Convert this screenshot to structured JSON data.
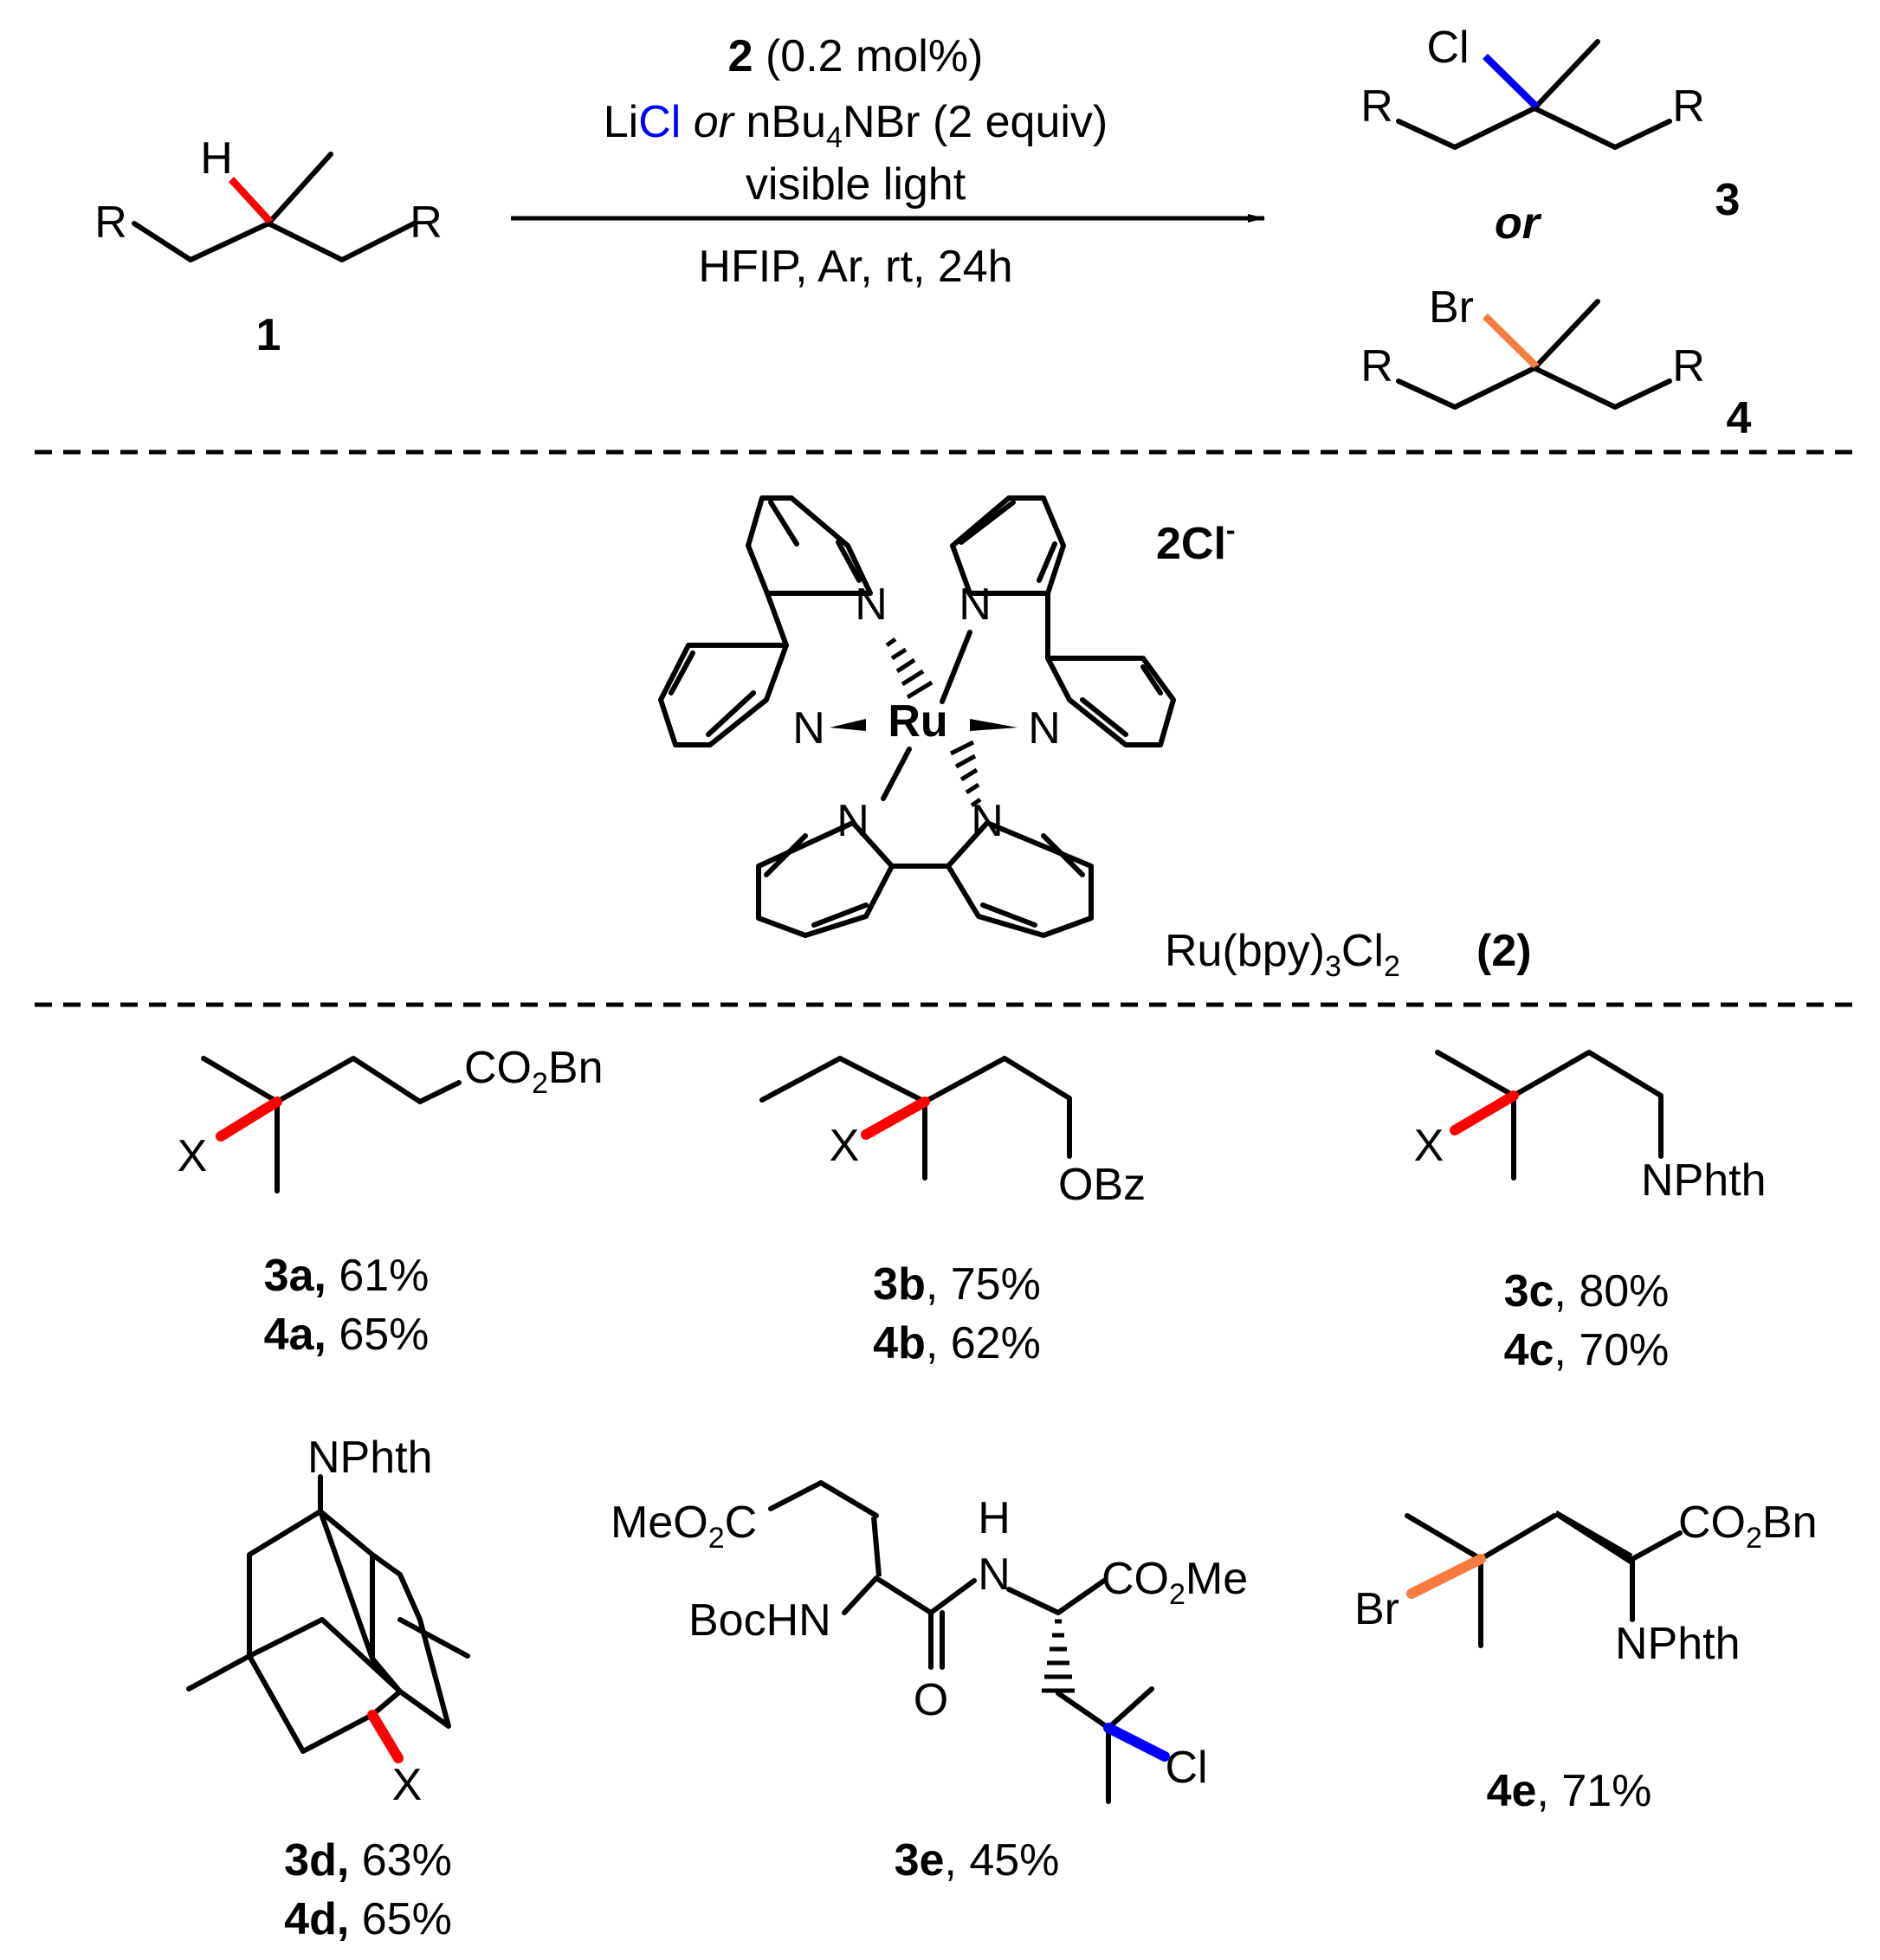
{
  "colors": {
    "chlorine": "#0000ff",
    "bromine": "#f47c3c",
    "hydrogen": "#ff0000",
    "x": "#ff0000",
    "bond": "#000000"
  },
  "top": {
    "substrate": {
      "h": "H",
      "r": "R",
      "number": "1"
    },
    "conditions": {
      "catalyst_num": "2",
      "catalyst_loading": " (0.2 mol%)",
      "li": "Li",
      "cl": "Cl",
      "or": " or ",
      "nbu": " nBu",
      "sub4": "4",
      "nbr": "NBr (2 equiv)",
      "light": "visible light",
      "solvent": "HFIP, Ar, rt, 24h"
    },
    "product3": {
      "cl": "Cl",
      "r": "R",
      "number": "3"
    },
    "or": "or",
    "product4": {
      "br": "Br",
      "r": "R",
      "number": "4"
    }
  },
  "catalyst": {
    "ru": "Ru",
    "n": "N",
    "counterion": "2Cl",
    "counterion_sup": "-",
    "formula_a": "Ru(bpy)",
    "formula_sub3": "3",
    "formula_b": "Cl",
    "formula_sub2": "2",
    "label": "(2)"
  },
  "scope": {
    "x": "X",
    "br": "Br",
    "cl": "Cl",
    "a": {
      "group_a": "CO",
      "group_sub": "2",
      "group_b": "Bn",
      "y3": "3a,",
      "v3": " 61%",
      "y4": "4a,",
      "v4": " 65%"
    },
    "b": {
      "group": "OBz",
      "y3": "3b",
      "v3": ", 75%",
      "y4": "4b",
      "v4": ", 62%"
    },
    "c": {
      "group": "NPhth",
      "y3": "3c",
      "v3": ", 80%",
      "y4": "4c",
      "v4": ", 70%"
    },
    "d": {
      "group": "NPhth",
      "y3": "3d,",
      "v3": " 63%",
      "y4": "4d,",
      "v4": " 65%"
    },
    "e": {
      "meo": "MeO",
      "meo_sub": "2",
      "meo_c": "C",
      "bochn": "BocHN",
      "h": "H",
      "n": "N",
      "o": "O",
      "ester_a": "CO",
      "ester_sub": "2",
      "ester_b": "Me",
      "y3": "3e",
      "v3": ", 45%"
    },
    "f": {
      "ester_a": "CO",
      "ester_sub": "2",
      "ester_b": "Bn",
      "nphth": "NPhth",
      "y4": "4e",
      "v4": ", 71%"
    }
  }
}
